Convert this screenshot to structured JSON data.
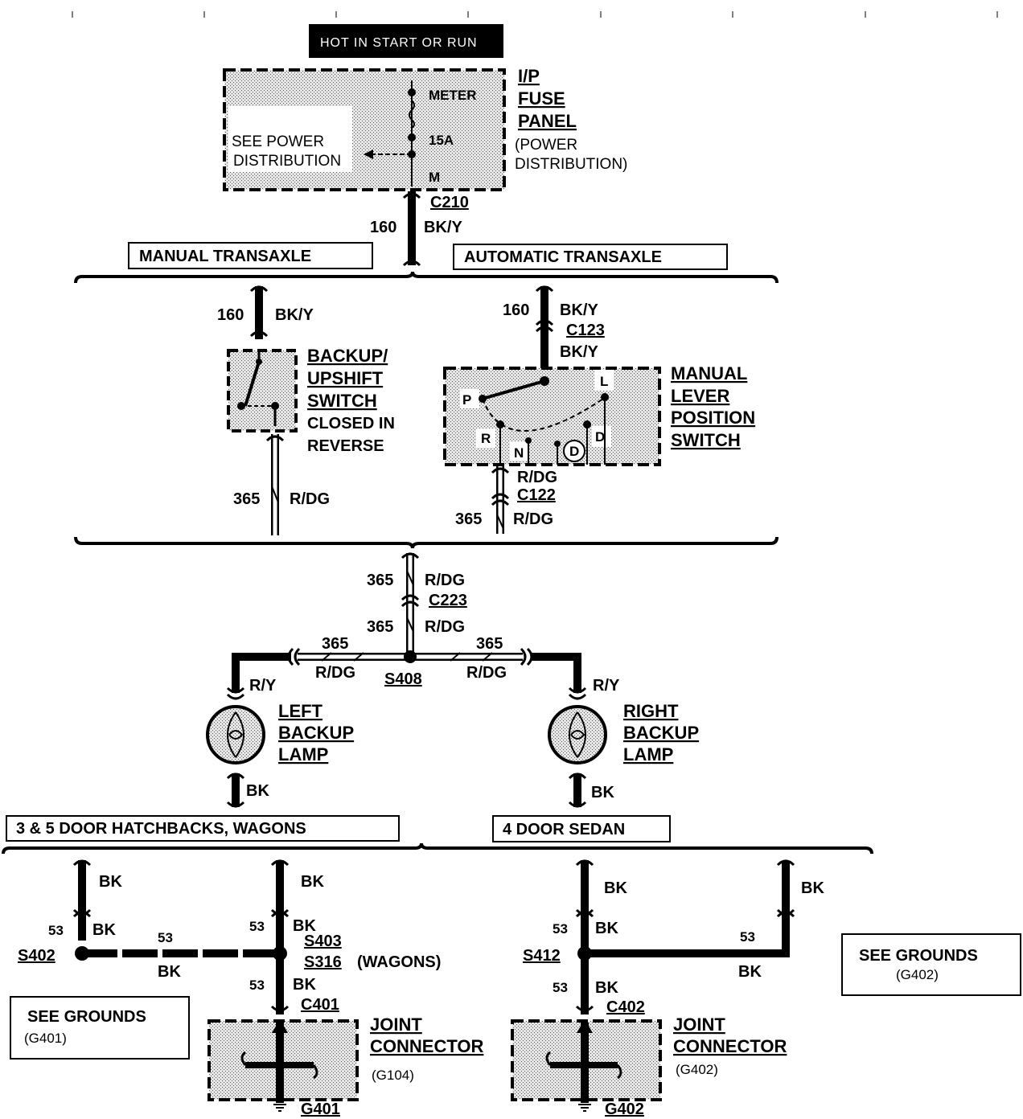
{
  "colors": {
    "wire": "#000000",
    "shade": "#cfcfcf",
    "background": "#ffffff"
  },
  "diagram": {
    "hot_label": "HOT IN START OR RUN",
    "fuse_panel": {
      "meter": "METER",
      "amps": "15A",
      "m": "M",
      "see_power_1": "SEE POWER",
      "see_power_2": "DISTRIBUTION",
      "title": [
        "I/P",
        "FUSE",
        "PANEL"
      ],
      "sub": [
        "(POWER",
        "DISTRIBUTION)"
      ]
    },
    "c210": "C210",
    "top_wire": {
      "circuit": "160",
      "color": "BK/Y"
    },
    "manual_transaxle": "MANUAL TRANSAXLE",
    "automatic_transaxle": "AUTOMATIC TRANSAXLE",
    "manual_branch": {
      "circuit_in": "160",
      "color_in": "BK/Y",
      "switch_title": [
        "BACKUP/",
        "UPSHIFT",
        "SWITCH"
      ],
      "switch_note": [
        "CLOSED IN",
        "REVERSE"
      ],
      "circuit_out": "365",
      "color_out": "R/DG"
    },
    "auto_branch": {
      "circuit_in": "160",
      "color_in": "BK/Y",
      "c123": "C123",
      "color_c123": "BK/Y",
      "switch_title": [
        "MANUAL",
        "LEVER",
        "POSITION",
        "SWITCH"
      ],
      "positions": {
        "p": "P",
        "r": "R",
        "n": "N",
        "od": "D",
        "d": "D",
        "l": "L"
      },
      "color_out": "R/DG",
      "c122": "C122",
      "circuit_out": "365",
      "color_out2": "R/DG"
    },
    "center": {
      "circuit_1": "365",
      "color_1": "R/DG",
      "c223": "C223",
      "circuit_2": "365",
      "color_2": "R/DG",
      "splice": "S408",
      "left_circuit": "365",
      "left_color": "R/DG",
      "right_circuit": "365",
      "right_color": "R/DG"
    },
    "left_lamp": {
      "feed": "R/Y",
      "title": [
        "LEFT",
        "BACKUP",
        "LAMP"
      ],
      "ground": "BK"
    },
    "right_lamp": {
      "feed": "R/Y",
      "title": [
        "RIGHT",
        "BACKUP",
        "LAMP"
      ],
      "ground": "BK"
    },
    "hatchback_label": "3 & 5 DOOR HATCHBACKS, WAGONS",
    "sedan_label": "4 DOOR SEDAN",
    "left_ground": {
      "bk1": "BK",
      "bk2": "BK",
      "c53a": "53",
      "bk3": "BK",
      "splice_a": "S402",
      "mid_circuit": "53",
      "mid_color": "BK",
      "c53b": "53",
      "bk4": "BK",
      "s403": "S403",
      "s316": "S316",
      "wagons": "(WAGONS)",
      "c53c": "53",
      "bk5": "BK",
      "c401": "C401",
      "see_grounds": "SEE GROUNDS",
      "g401_ref": "(G401)",
      "joint_1": "JOINT",
      "joint_2": "CONNECTOR",
      "g104": "(G104)",
      "g401": "G401"
    },
    "right_ground": {
      "bk1": "BK",
      "bk2": "BK",
      "c53a": "53",
      "bk3": "BK",
      "splice": "S412",
      "side_circuit": "53",
      "side_color": "BK",
      "c53b": "53",
      "bk4": "BK",
      "c402": "C402",
      "joint_1": "JOINT",
      "joint_2": "CONNECTOR",
      "g402_ref": "(G402)",
      "g402": "G402",
      "see_grounds": "SEE GROUNDS",
      "see_ref": "(G402)"
    }
  }
}
